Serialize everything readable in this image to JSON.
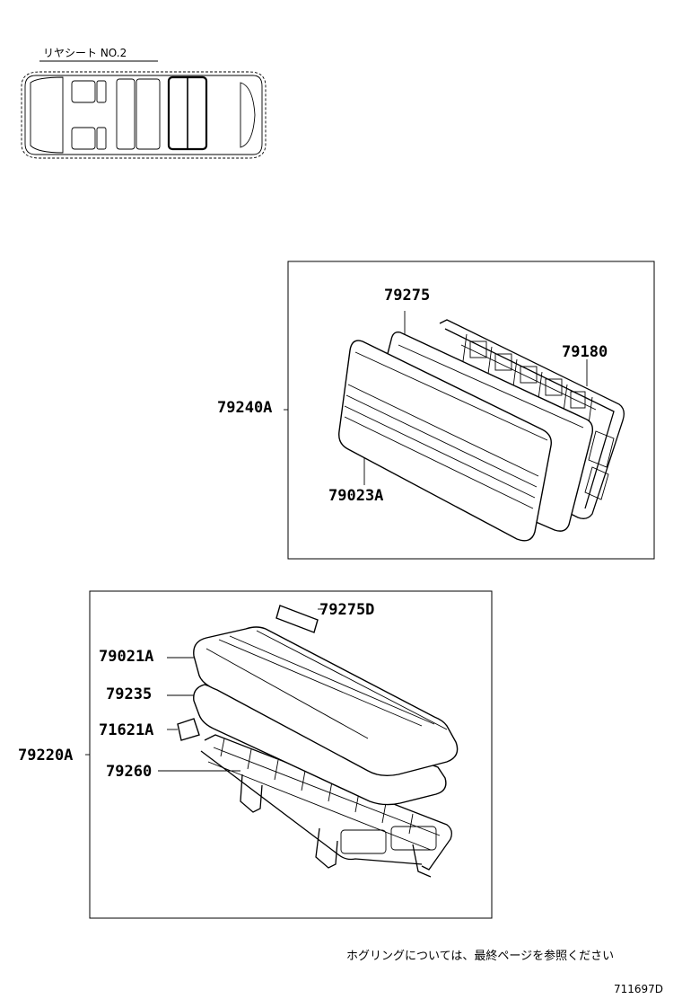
{
  "header": {
    "title": "リヤシート NO.2"
  },
  "upper_group": {
    "assembly_label": "79240A",
    "parts": {
      "pad": "79275",
      "frame": "79180",
      "cover": "79023A"
    }
  },
  "lower_group": {
    "assembly_label": "79220A",
    "parts": {
      "small_pad": "79275D",
      "cover": "79021A",
      "cushion": "79235",
      "label_tag": "71621A",
      "frame": "79260"
    }
  },
  "footer": {
    "note": "ホグリングについては、最終ページを参照ください",
    "diagram_code": "711697D"
  }
}
